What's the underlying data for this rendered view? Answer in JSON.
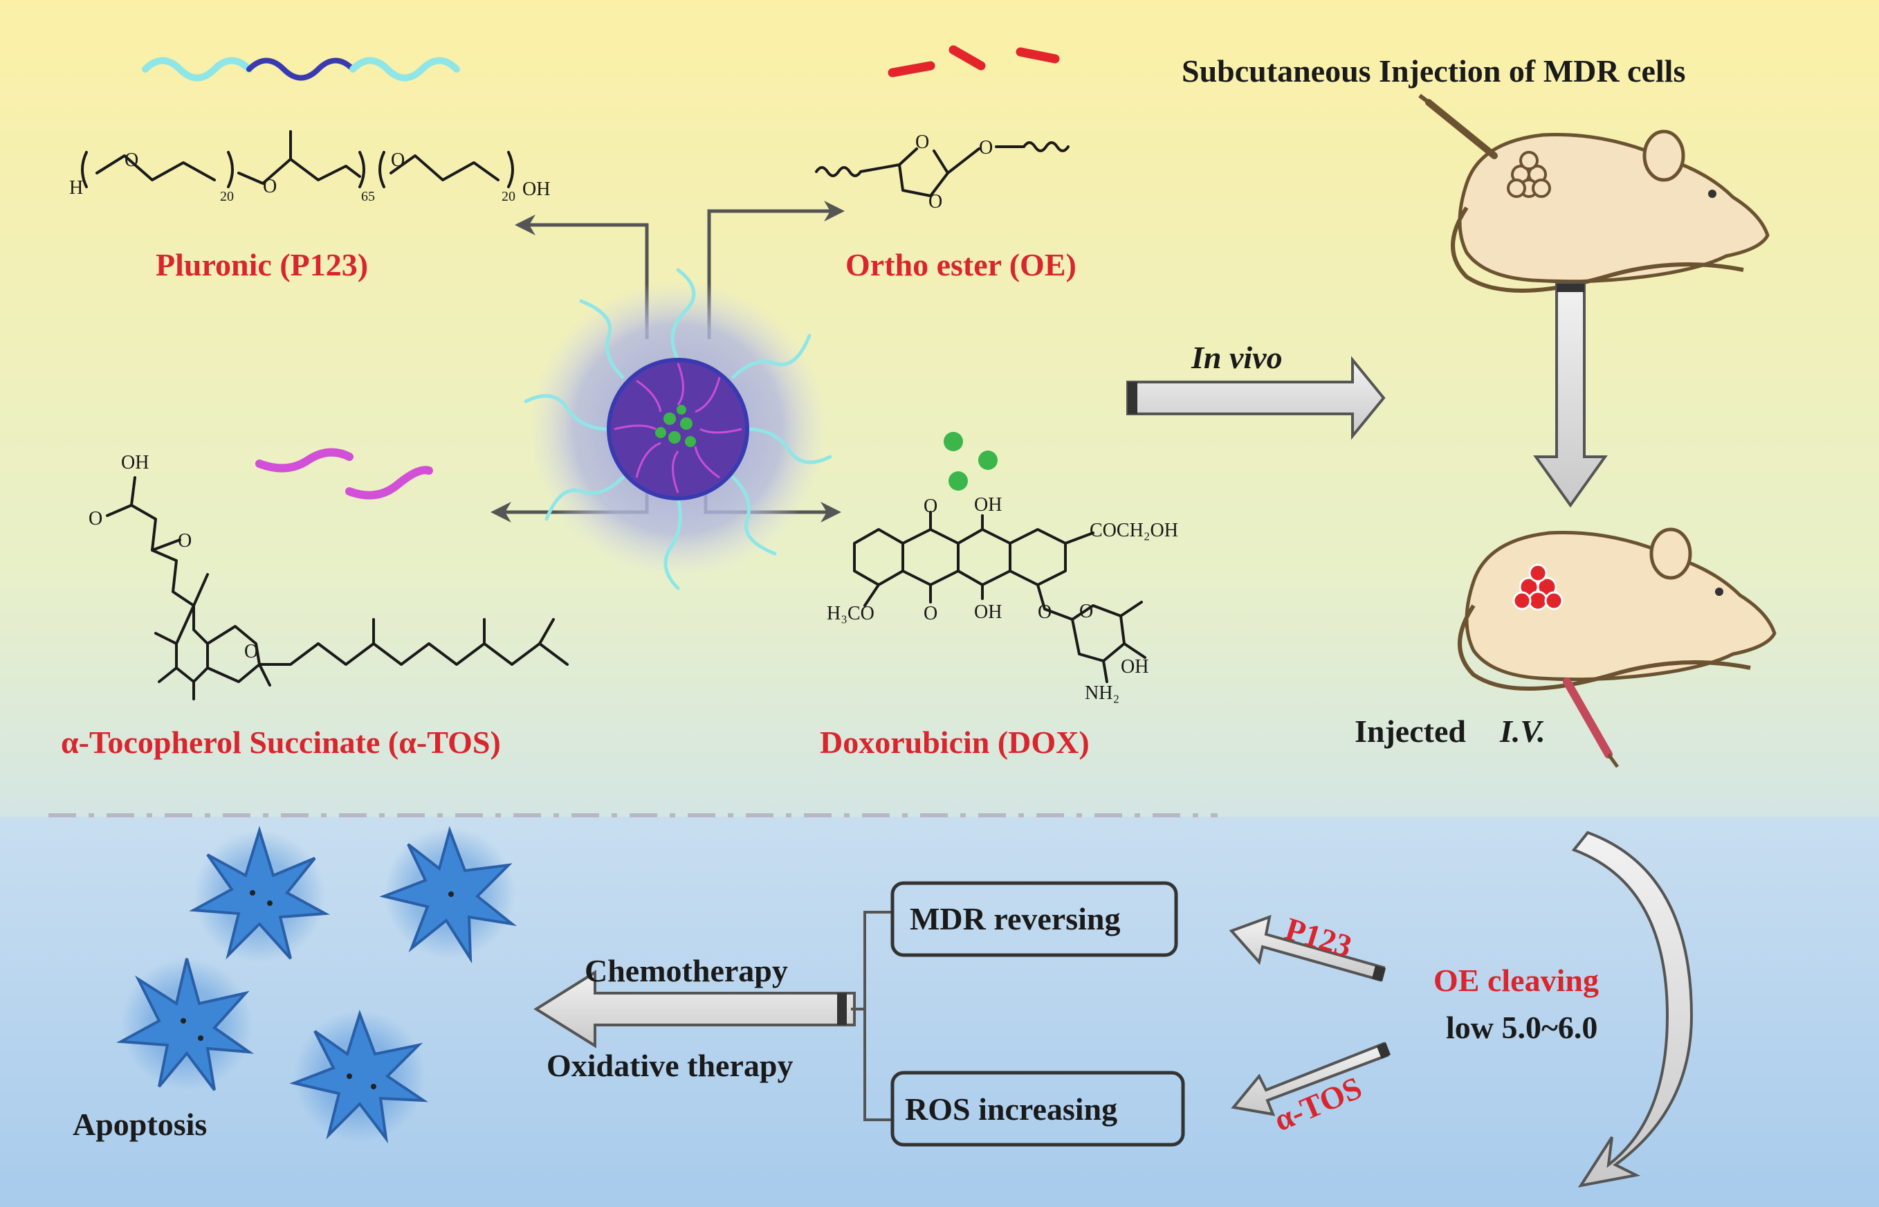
{
  "components": {
    "p123": {
      "label": "Pluronic (P123)",
      "chain_start": "H",
      "chain_end": "OH",
      "sub_a": "20",
      "sub_b": "65",
      "sub_c": "20"
    },
    "oe": {
      "label": "Ortho ester (OE)"
    },
    "tos": {
      "label": "α-Tocopherol Succinate (α-TOS)",
      "oh": "OH"
    },
    "dox": {
      "label": "Doxorubicin  (DOX)",
      "sidechain": "COCH₂OH",
      "methoxy": "H₃CO",
      "amine": "NH₂",
      "oh": "OH"
    }
  },
  "invivo": {
    "arrow_label": "In vivo",
    "injection_title": "Subcutaneous Injection of MDR cells",
    "injected_prefix": "Injected ",
    "injected_route": "I.V."
  },
  "mechanism": {
    "oe_cleaving": "OE cleaving",
    "ph": "low 5.0~6.0",
    "p123_tag": "P123",
    "tos_tag": "α-TOS",
    "mdr_box": "MDR reversing",
    "ros_box": "ROS  increasing",
    "chemo": "Chemotherapy",
    "oxidative": "Oxidative therapy",
    "apoptosis": "Apoptosis"
  },
  "colors": {
    "label_red": "#d8252e",
    "top_bg": "#fbf0a8",
    "bottom_bg": "#b7d4ee",
    "micelle_core": "#5b3aa8",
    "pluronic_cyan": "#8fe6e6",
    "pluronic_blue": "#3a3ab0",
    "tos_magenta": "#d24fd8",
    "dox_green": "#3cb54a",
    "cell_blue": "#3d86d6",
    "mouse_body": "#f4e2c0"
  }
}
